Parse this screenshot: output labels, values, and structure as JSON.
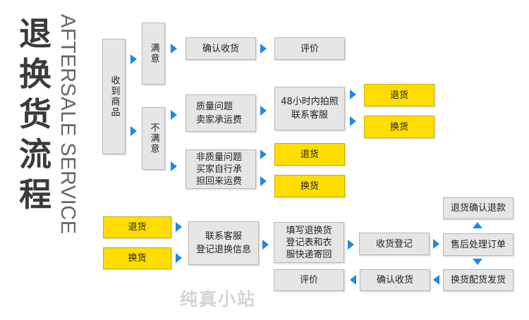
{
  "title": {
    "cn_chars": [
      "退",
      "换",
      "货",
      "流",
      "程"
    ],
    "en": "AFTERSALE SERVICE"
  },
  "flow": {
    "received": "收到商品",
    "satisfied": "满意",
    "confirm_receipt_1": "确认收货",
    "review_1": "评价",
    "unsatisfied": "不满意",
    "quality_issue": [
      "质量问题",
      "卖家承运费"
    ],
    "photo_contact": [
      "48小时内拍照",
      "联系客服"
    ],
    "return_1": "退货",
    "exchange_1": "换货",
    "non_quality_issue": [
      "非质量问题",
      "买家自行承",
      "担回来运费"
    ],
    "return_2": "退货",
    "exchange_2": "换货"
  },
  "process": {
    "return_3": "退货",
    "exchange_3": "换货",
    "contact_register": [
      "联系客服",
      "登记退换信息"
    ],
    "fill_form": [
      "填写退换货",
      "登记表和衣",
      "服快递寄回"
    ],
    "receipt_register": "收货登记",
    "aftersale_order": "售后处理订单",
    "refund_confirm": "退货确认退款",
    "exchange_ship": "换货配货发货",
    "confirm_receipt_2": "确认收货",
    "review_2": "评价"
  },
  "watermark": "纯真小站",
  "colors": {
    "box_gray": "#e6e6e6",
    "box_yellow": "#ffdd00",
    "arrow_blue": "#1e88e5",
    "title_dark": "#3a3a3a"
  }
}
